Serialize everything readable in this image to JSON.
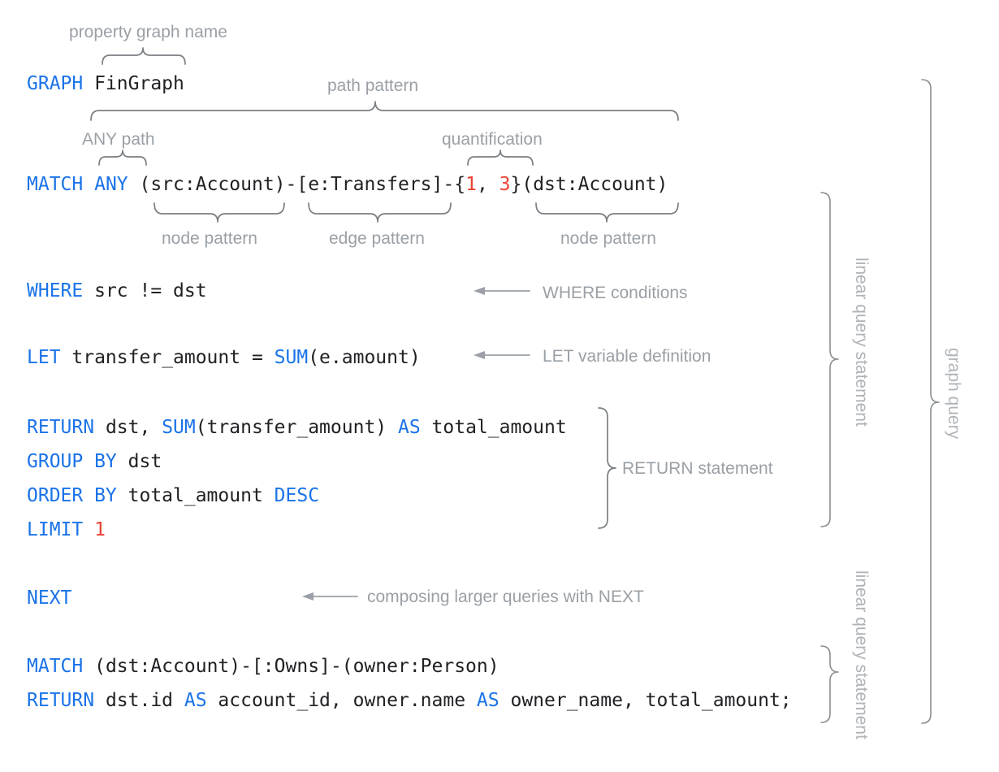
{
  "diagram": {
    "title": "GQL graph query annotated syntax diagram",
    "colors": {
      "keyword": "#1a73e8",
      "literal": "#ea4335",
      "code_text": "#202124",
      "annotation": "#9aa0a6",
      "brace": "#7a7f83",
      "background": "#ffffff"
    }
  },
  "code_lines": [
    {
      "id": "line-graph",
      "tokens": [
        {
          "t": "GRAPH",
          "k": "kw"
        },
        {
          "t": " FinGraph",
          "k": "plain"
        }
      ]
    },
    {
      "id": "line-match",
      "tokens": [
        {
          "t": "MATCH",
          "k": "kw"
        },
        {
          "t": " ",
          "k": "plain"
        },
        {
          "t": "ANY",
          "k": "kw"
        },
        {
          "t": " (src:Account)-[e:Transfers]-{",
          "k": "plain"
        },
        {
          "t": "1",
          "k": "num"
        },
        {
          "t": ", ",
          "k": "plain"
        },
        {
          "t": "3",
          "k": "num"
        },
        {
          "t": "}(dst:Account)",
          "k": "plain"
        }
      ]
    },
    {
      "id": "line-where",
      "tokens": [
        {
          "t": "WHERE",
          "k": "kw"
        },
        {
          "t": " src != dst",
          "k": "plain"
        }
      ]
    },
    {
      "id": "line-let",
      "tokens": [
        {
          "t": "LET",
          "k": "kw"
        },
        {
          "t": " transfer_amount = ",
          "k": "plain"
        },
        {
          "t": "SUM",
          "k": "kw"
        },
        {
          "t": "(e.amount)",
          "k": "plain"
        }
      ]
    },
    {
      "id": "line-return1",
      "tokens": [
        {
          "t": "RETURN",
          "k": "kw"
        },
        {
          "t": " dst, ",
          "k": "plain"
        },
        {
          "t": "SUM",
          "k": "kw"
        },
        {
          "t": "(transfer_amount) ",
          "k": "plain"
        },
        {
          "t": "AS",
          "k": "kw"
        },
        {
          "t": " total_amount",
          "k": "plain"
        }
      ]
    },
    {
      "id": "line-groupby",
      "tokens": [
        {
          "t": "GROUP BY",
          "k": "kw"
        },
        {
          "t": " dst",
          "k": "plain"
        }
      ]
    },
    {
      "id": "line-orderby",
      "tokens": [
        {
          "t": "ORDER BY",
          "k": "kw"
        },
        {
          "t": " total_amount ",
          "k": "plain"
        },
        {
          "t": "DESC",
          "k": "kw"
        }
      ]
    },
    {
      "id": "line-limit",
      "tokens": [
        {
          "t": "LIMIT",
          "k": "kw"
        },
        {
          "t": " ",
          "k": "plain"
        },
        {
          "t": "1",
          "k": "num"
        }
      ]
    },
    {
      "id": "line-next",
      "tokens": [
        {
          "t": "NEXT",
          "k": "kw"
        }
      ]
    },
    {
      "id": "line-match2",
      "tokens": [
        {
          "t": "MATCH",
          "k": "kw"
        },
        {
          "t": " (dst:Account)-[:Owns]-(owner:Person)",
          "k": "plain"
        }
      ]
    },
    {
      "id": "line-return2",
      "tokens": [
        {
          "t": "RETURN",
          "k": "kw"
        },
        {
          "t": " dst.id ",
          "k": "plain"
        },
        {
          "t": "AS",
          "k": "kw"
        },
        {
          "t": " account_id, owner.name ",
          "k": "plain"
        },
        {
          "t": "AS",
          "k": "kw"
        },
        {
          "t": " owner_name, total_amount;",
          "k": "plain"
        }
      ]
    }
  ],
  "annotations": {
    "property_graph_name": "property graph name",
    "path_pattern": "path pattern",
    "any_path": "ANY path",
    "quantification": "quantification",
    "node_pattern_1": "node pattern",
    "edge_pattern": "edge pattern",
    "node_pattern_2": "node pattern",
    "where_conditions": "WHERE conditions",
    "let_variable_definition": "LET variable definition",
    "return_statement": "RETURN statement",
    "composing_with_next": "composing larger queries with NEXT",
    "linear_query_statement_1": "linear query statement",
    "linear_query_statement_2": "linear query statement",
    "graph_query": "graph query"
  }
}
